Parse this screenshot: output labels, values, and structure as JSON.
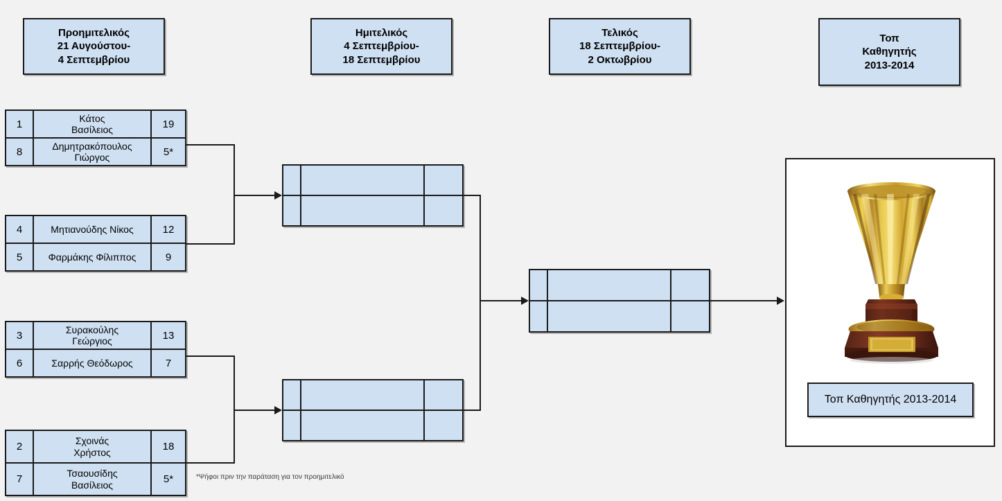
{
  "rounds": [
    {
      "key": "quarterfinal",
      "lines": [
        "Προημιτελικός",
        "21 Αυγούστου-",
        "4 Σεπτεμβρίου"
      ]
    },
    {
      "key": "semifinal",
      "lines": [
        "Ημιτελικός",
        "4 Σεπτεμβρίου-",
        "18 Σεπτεμβρίου"
      ]
    },
    {
      "key": "final",
      "lines": [
        "Τελικός",
        "18 Σεπτεμβρίου-",
        "2 Οκτωβρίου"
      ]
    },
    {
      "key": "champion",
      "lines": [
        "Τοπ",
        "Καθηγητής",
        "2013-2014"
      ]
    }
  ],
  "quarterfinals": [
    {
      "players": [
        {
          "seed": "1",
          "name": "Κάτος\nΒασίλειος",
          "score": "19"
        },
        {
          "seed": "8",
          "name": "Δημητρακόπουλος\nΓιώργος",
          "score": "5*"
        }
      ]
    },
    {
      "players": [
        {
          "seed": "4",
          "name": "Μητιανούδης Νίκος",
          "score": "12"
        },
        {
          "seed": "5",
          "name": "Φαρμάκης Φίλιππος",
          "score": "9"
        }
      ]
    },
    {
      "players": [
        {
          "seed": "3",
          "name": "Συρακούλης\nΓεώργιος",
          "score": "13"
        },
        {
          "seed": "6",
          "name": "Σαρρής Θεόδωρος",
          "score": "7"
        }
      ]
    },
    {
      "players": [
        {
          "seed": "2",
          "name": "Σχοινάς\nΧρήστος",
          "score": "18"
        },
        {
          "seed": "7",
          "name": "Τσαουσίδης\nΒασίλειος",
          "score": "5*"
        }
      ]
    }
  ],
  "semifinals": [
    {
      "players": [
        {
          "seed": "",
          "name": "",
          "score": ""
        },
        {
          "seed": "",
          "name": "",
          "score": ""
        }
      ]
    },
    {
      "players": [
        {
          "seed": "",
          "name": "",
          "score": ""
        },
        {
          "seed": "",
          "name": "",
          "score": ""
        }
      ]
    }
  ],
  "final": {
    "players": [
      {
        "seed": "",
        "name": "",
        "score": ""
      },
      {
        "seed": "",
        "name": "",
        "score": ""
      }
    ]
  },
  "champion_label": "Τοπ Καθηγητής 2013-2014",
  "footnote": "*Ψήφοι πριν την παράταση για τον προημιτελικό",
  "colors": {
    "box_fill": "#cfe0f2",
    "box_border": "#1a1a1a",
    "page_background": "#f2f2f2",
    "trophy_panel_background": "#ffffff",
    "trophy_gold": "#d4a017",
    "trophy_base": "#6b2f20"
  }
}
